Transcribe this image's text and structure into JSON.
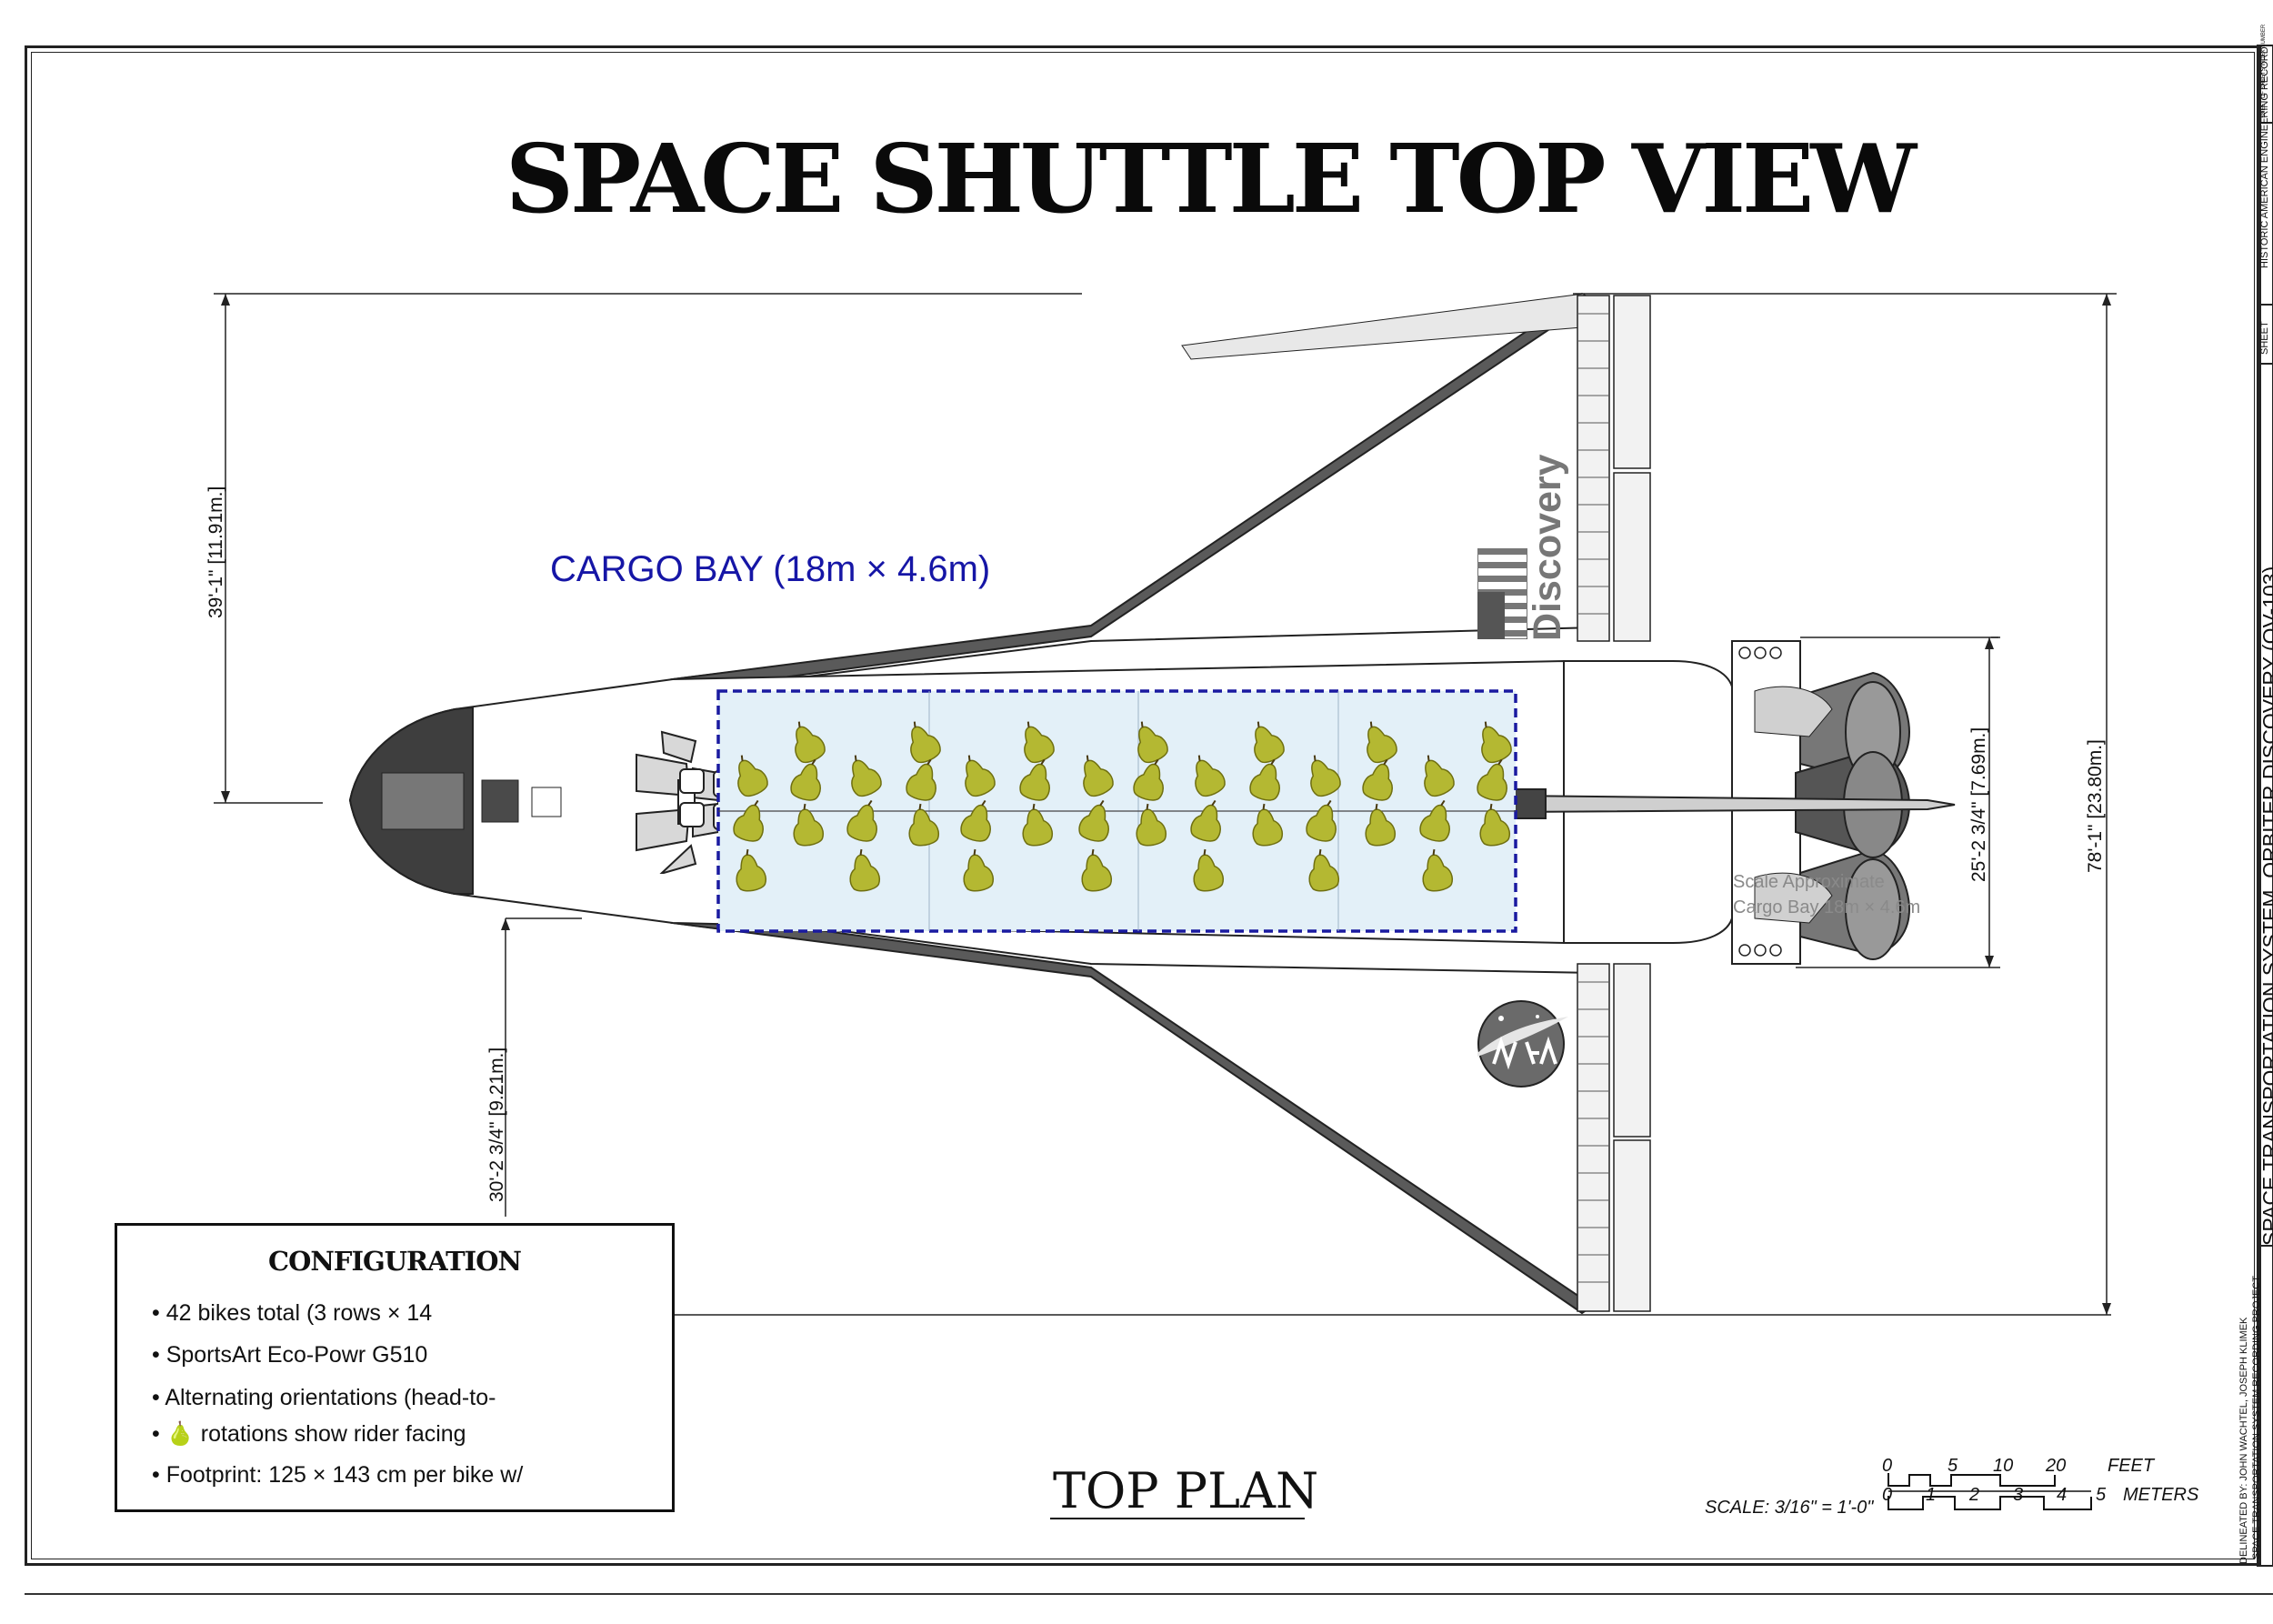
{
  "title": "SPACE SHUTTLE TOP VIEW",
  "orbiter_name": "Discovery",
  "cargo_bay_label": "CARGO BAY (18m × 4.6m)",
  "approx_note": {
    "line1": "Scale Approximate",
    "line2": "Cargo Bay 18m × 4.6m"
  },
  "dimensions": {
    "upper_left": "39'-1\" [11.91m.]",
    "lower_left": "30'-2 3/4\" [9.21m.]",
    "engine_span": "25'-2 3/4\" [7.69m.]",
    "total_span": "78'-1\" [23.80m.]"
  },
  "configuration": {
    "heading": "CONFIGURATION",
    "items": [
      "• 42 bikes total (3 rows × 14",
      "• SportsArt Eco-Powr G510",
      "• Alternating orientations (head-to-",
      "• 🍐 rotations show rider facing",
      "• Footprint: 125 × 143 cm per bike w/"
    ]
  },
  "plan_label": "TOP PLAN",
  "scale_bar": {
    "scale_text": "SCALE: 3/16\" = 1'-0\"",
    "feet_label": "FEET",
    "meters_label": "METERS",
    "feet_ticks": [
      "0",
      "5",
      "10",
      "20"
    ],
    "meter_ticks": [
      "0",
      "1",
      "2",
      "3",
      "4",
      "5"
    ]
  },
  "title_block": {
    "project": "SPACE TRANSPORTATION SYSTEM, ORBITER DISCOVERY (OV-103)",
    "delineated": "DELINEATED BY:   JOHN WACHTEL, JOSEPH KLIMEK",
    "recording": "SPACE TRANSPORTATION SYSTEM RECORDING PROJECT",
    "habs": "HISTORIC AMERICAN ENGINEERING RECORD",
    "sheet": "SHEET",
    "index": "SHEET OF SHEETS INDEX NUMBER"
  },
  "colors": {
    "cargo_fill": "#e3f0f8",
    "cargo_border": "#1a1aa0",
    "cargo_text": "#1616a6",
    "pear": "#b4b832",
    "line": "#222222"
  },
  "icons": {
    "pear": "pear-icon",
    "flag": "us-flag-icon",
    "nasa": "nasa-meatball-icon"
  }
}
